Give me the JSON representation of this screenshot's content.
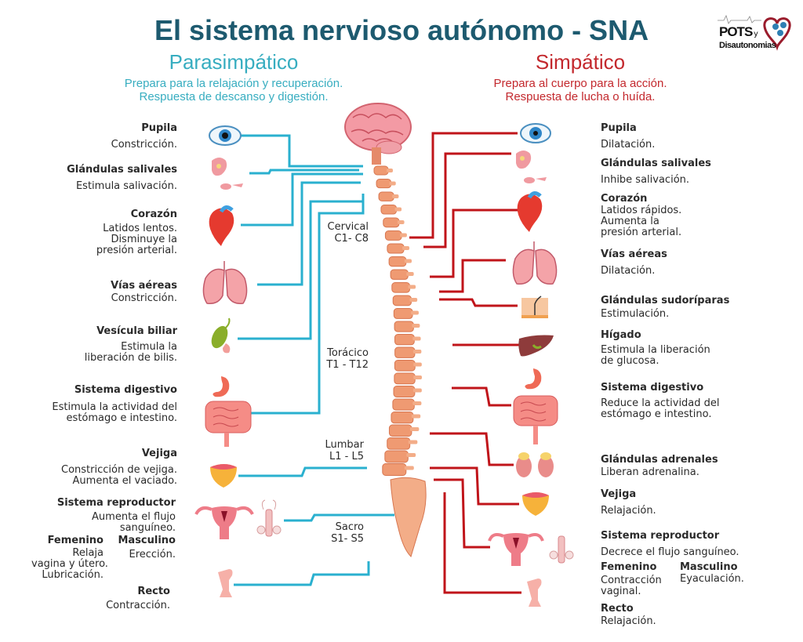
{
  "title": "El sistema nervioso autónomo - SNA",
  "logo": {
    "line1": "POTS",
    "line2": "y",
    "line3": "Disautonomias"
  },
  "colors": {
    "title": "#1d5a6f",
    "parasympathetic": "#37adc0",
    "sympathetic": "#c3282d",
    "blue_line": "#2ab0cf",
    "red_line": "#c0141a",
    "spine": "#ef9a72"
  },
  "parasympathetic": {
    "heading": "Parasimpático",
    "sub1": "Prepara para la relajación y recuperación.",
    "sub2": "Respuesta de descanso y digestión.",
    "items": [
      {
        "title": "Pupila",
        "desc": "Constricción.",
        "icon": "eye-icon"
      },
      {
        "title": "Glándulas salivales",
        "desc": "Estimula salivación.",
        "icon": "salivary-gland-icon"
      },
      {
        "title": "Corazón",
        "desc": "Latidos lentos.\nDisminuye la\npresión arterial.",
        "icon": "heart-icon"
      },
      {
        "title": "Vías aéreas",
        "desc": "Constricción.",
        "icon": "lungs-icon"
      },
      {
        "title": "Vesícula biliar",
        "desc": "Estimula la\nliberación de bilis.",
        "icon": "gallbladder-icon"
      },
      {
        "title": "Sistema digestivo",
        "desc": "Estimula la actividad del\nestómago e intestino.",
        "icon": "intestine-icon"
      },
      {
        "title": "Vejiga",
        "desc": "Constricción de vejiga.\nAumenta el vaciado.",
        "icon": "bladder-icon"
      },
      {
        "title": "Sistema reproductor",
        "desc": "Aumenta el flujo\nsanguíneo.",
        "icon": "reproductive-icon"
      },
      {
        "title": "Recto",
        "desc": "Contracción.",
        "icon": "rectum-icon"
      }
    ],
    "female": {
      "title": "Femenino",
      "desc": "Relaja\nvagina y útero.\nLubricación."
    },
    "male": {
      "title": "Masculino",
      "desc": "Erección."
    }
  },
  "sympathetic": {
    "heading": "Simpático",
    "sub1": "Prepara al cuerpo para la acción.",
    "sub2": "Respuesta de lucha o huída.",
    "items": [
      {
        "title": "Pupila",
        "desc": "Dilatación.",
        "icon": "eye-icon"
      },
      {
        "title": "Glándulas salivales",
        "desc": "Inhibe salivación.",
        "icon": "salivary-gland-icon"
      },
      {
        "title": "Corazón",
        "desc": "Latidos rápidos.\nAumenta la\npresión arterial.",
        "icon": "heart-icon"
      },
      {
        "title": "Vías aéreas",
        "desc": "Dilatación.",
        "icon": "lungs-icon"
      },
      {
        "title": "Glándulas sudoríparas",
        "desc": "Estimulación.",
        "icon": "skin-icon"
      },
      {
        "title": "Hígado",
        "desc": "Estimula la liberación\nde glucosa.",
        "icon": "liver-icon"
      },
      {
        "title": "Sistema digestivo",
        "desc": "Reduce la actividad del\nestómago e intestino.",
        "icon": "intestine-icon"
      },
      {
        "title": "Glándulas adrenales",
        "desc": "Liberan adrenalina.",
        "icon": "kidneys-icon"
      },
      {
        "title": "Vejiga",
        "desc": "Relajación.",
        "icon": "bladder-icon"
      },
      {
        "title": "Sistema reproductor",
        "desc": "Decrece el flujo sanguíneo.",
        "icon": "reproductive-icon"
      },
      {
        "title": "Recto",
        "desc": "Relajación.",
        "icon": "rectum-icon"
      }
    ],
    "female": {
      "title": "Femenino",
      "desc": "Contracción\nvaginal."
    },
    "male": {
      "title": "Masculino",
      "desc": "Eyaculación."
    }
  },
  "spine_segments": [
    {
      "name": "Cervical",
      "range": "C1- C8"
    },
    {
      "name": "Torácico",
      "range": "T1 - T12"
    },
    {
      "name": "Lumbar",
      "range": "L1 - L5"
    },
    {
      "name": "Sacro",
      "range": "S1- S5"
    }
  ]
}
